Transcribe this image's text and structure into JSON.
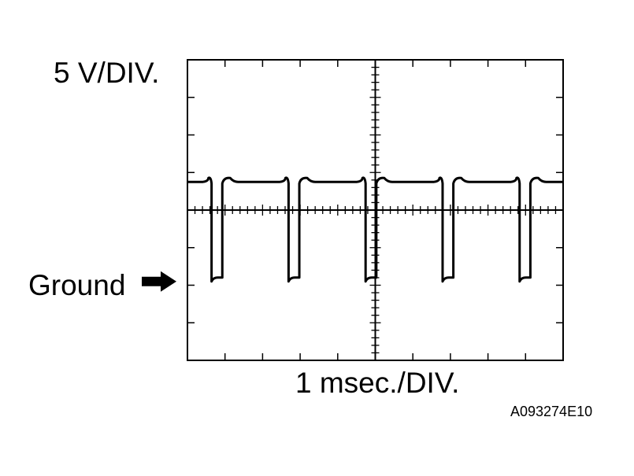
{
  "chart_data": {
    "type": "line",
    "title": "",
    "ylabel": "5 V/DIV.",
    "xlabel": "1 msec./DIV.",
    "ground_marker": "Ground",
    "figure_id": "A093274E10",
    "x_divisions": 10,
    "y_divisions": 8,
    "grid": false,
    "series": [
      {
        "description": "square-wave pulse train",
        "high_div": 4.75,
        "low_div": 2.1,
        "pulse_period_div": 2.05,
        "pulse_width_div": 0.37,
        "first_pulse_start_div": 0.6,
        "pulse_count": 5
      }
    ]
  }
}
